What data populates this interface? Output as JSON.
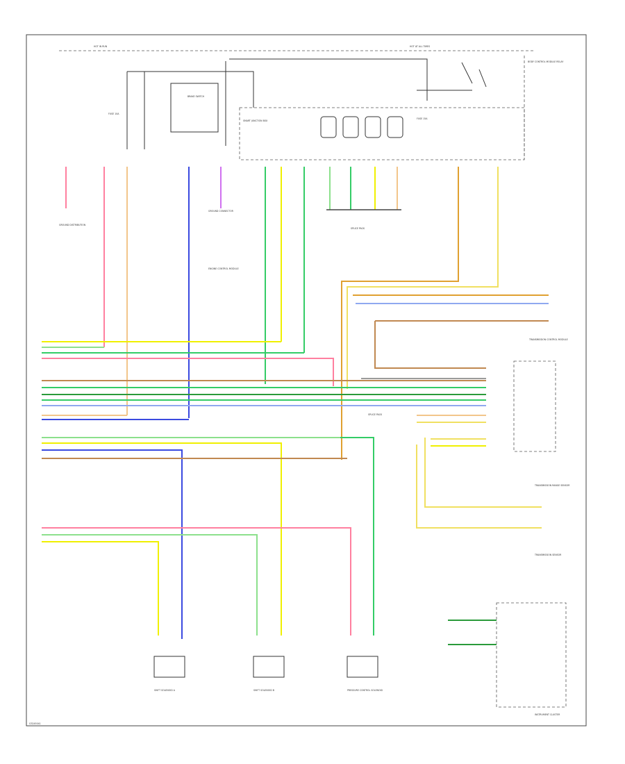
{
  "diagram": {
    "top_label_left": "HOT IN RUN",
    "top_label_right": "HOT AT ALL TIMES",
    "footer_code": "G3245041",
    "components": {
      "relay_module_right": "BODY CONTROL MODULE RELAY",
      "smart_junction": "SMART JUNCTION BOX",
      "fuse_a": "FUSE 10A",
      "fuse_b": "FUSE 15A",
      "ground_ref": "GROUND DISTRIBUTION",
      "gnd_connector": "GROUND CONNECTOR",
      "brake_switch": "BRAKE SWITCH",
      "engine_module": "ENGINE CONTROL MODULE",
      "trans_sensor": "TRANSMISSION SENSOR",
      "splice_pack": "SPLICE PACK",
      "splice_pack_2": "SPLICE PACK",
      "transmission_module": "TRANSMISSION CONTROL MODULE",
      "range_sensor": "TRANSMISSION RANGE SENSOR",
      "solenoid_1": "SHIFT SOLENOID A",
      "solenoid_2": "SHIFT SOLENOID B",
      "solenoid_3": "PRESSURE CONTROL SOLENOID",
      "instrument_cluster": "INSTRUMENT CLUSTER"
    },
    "wire_colors": {
      "pink": "#ff7f9f",
      "tan": "#f2c58a",
      "blue": "#3a49e0",
      "violet": "#d070f0",
      "green": "#33cc66",
      "lightgreen": "#8ce08c",
      "yellow": "#f0f000",
      "gold": "#e0a030",
      "brown": "#c08850",
      "lightblue": "#8fa8f0",
      "gray": "#9a9a9a",
      "orange": "#f4a060",
      "darkgreen": "#2a9a3a"
    }
  }
}
